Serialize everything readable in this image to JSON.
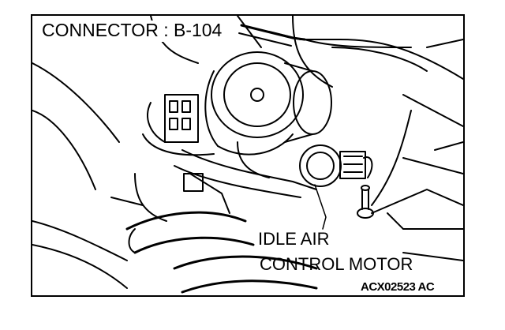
{
  "connector_label": "CONNECTOR : B-104",
  "part_label_line1": "IDLE AIR",
  "part_label_line2": "CONTROL MOTOR",
  "figure_code": "ACX02523 AC"
}
